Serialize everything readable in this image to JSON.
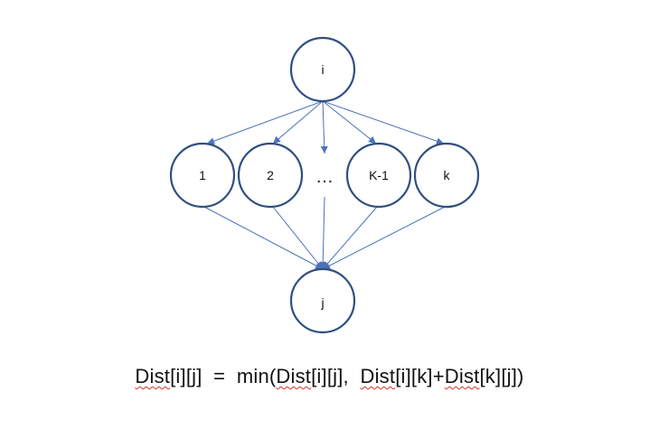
{
  "diagram": {
    "nodes": {
      "i": {
        "label": "i"
      },
      "n1": {
        "label": "1"
      },
      "n2": {
        "label": "2"
      },
      "ellipsis": {
        "label": "…"
      },
      "nk1": {
        "label": "K-1"
      },
      "nk": {
        "label": "k"
      },
      "j": {
        "label": "j"
      }
    },
    "edges": [
      {
        "from": "i",
        "to": "n1"
      },
      {
        "from": "i",
        "to": "n2"
      },
      {
        "from": "i",
        "to": "ellipsis"
      },
      {
        "from": "i",
        "to": "nk1"
      },
      {
        "from": "i",
        "to": "nk"
      },
      {
        "from": "n1",
        "to": "j"
      },
      {
        "from": "n2",
        "to": "j"
      },
      {
        "from": "ellipsis",
        "to": "j"
      },
      {
        "from": "nk1",
        "to": "j"
      },
      {
        "from": "nk",
        "to": "j"
      }
    ],
    "colors": {
      "node_stroke": "#2f4f7f",
      "edge": "#4a72b8",
      "spellcheck_underline": "#d93025"
    }
  },
  "formula": {
    "part1": "Dist",
    "part2": "[i][j]  =  min(",
    "part3": "Dist",
    "part4": "[i][j],  ",
    "part5": "Dist",
    "part6": "[i][k]+",
    "part7": "Dist",
    "part8": "[k][j])"
  }
}
